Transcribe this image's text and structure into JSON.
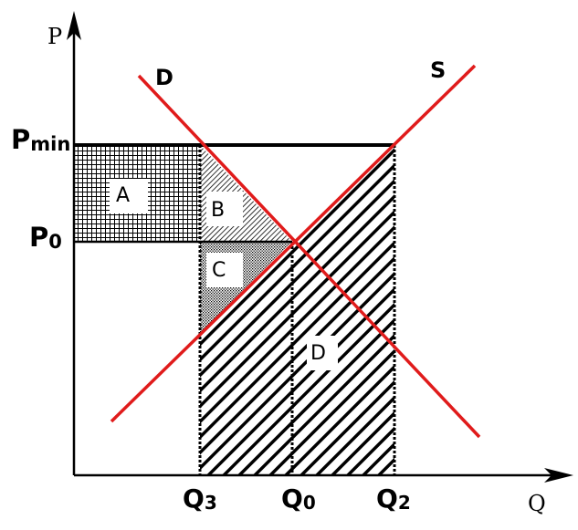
{
  "axes": {
    "x_label": "Q",
    "y_label": "P"
  },
  "curves": {
    "demand_label": "D",
    "supply_label": "S"
  },
  "prices": {
    "pmin_main": "P",
    "pmin_sub": "min",
    "p0_main": "P",
    "p0_sub": "0"
  },
  "quantities": [
    {
      "main": "Q",
      "sub": "3"
    },
    {
      "main": "Q",
      "sub": "0"
    },
    {
      "main": "Q",
      "sub": "2"
    }
  ],
  "areas": {
    "a": "A",
    "b": "B",
    "c": "C",
    "d": "D"
  },
  "colors": {
    "curves": "#e01b1b",
    "lines": "#000000",
    "background": "#ffffff"
  }
}
